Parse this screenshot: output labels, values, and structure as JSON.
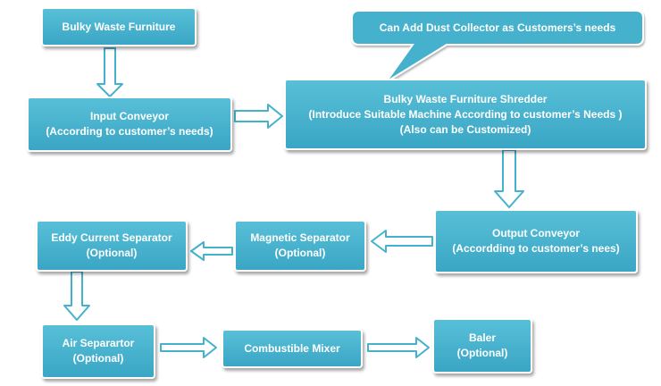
{
  "diagram": {
    "callout": {
      "text": "Can Add Dust Collector as Customers’s needs"
    },
    "nodes": {
      "bulky_waste_furniture": {
        "line1": "Bulky Waste Furniture"
      },
      "input_conveyor": {
        "line1": "Input Conveyor",
        "line2": "(According to customer’s needs)"
      },
      "shredder": {
        "line1": "Bulky Waste Furniture Shredder",
        "line2": "(Introduce Suitable Machine According to customer’s Needs )",
        "line3": "(Also can be Customized)"
      },
      "output_conveyor": {
        "line1": "Output Conveyor",
        "line2": "(Accordding to customer’s nees)"
      },
      "magnetic_separator": {
        "line1": "Magnetic Separator",
        "line2": "(Optional)"
      },
      "eddy_current_separator": {
        "line1": "Eddy Current Separator",
        "line2": "(Optional)"
      },
      "air_separator": {
        "line1": "Air Separartor",
        "line2": "(Optional)"
      },
      "combustible_mixer": {
        "line1": "Combustible Mixer"
      },
      "baler": {
        "line1": "Baler",
        "line2": "(Optional)"
      }
    },
    "colors": {
      "box_fill": "#44b1cd",
      "box_border": "#ffffff",
      "text": "#ffffff",
      "arrow_fill": "#ffffff",
      "arrow_stroke": "#44b1cd"
    }
  }
}
